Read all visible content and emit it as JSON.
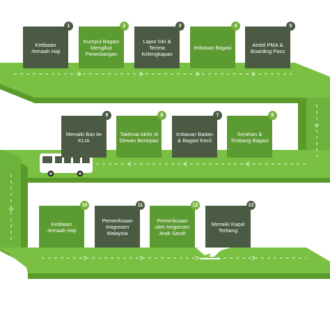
{
  "colors": {
    "road_top": "#7ac143",
    "road_side": "#5a9a2a",
    "card_dark": "#4a5a43",
    "card_green": "#5c9a32",
    "badge_dark": "#4a5a43",
    "badge_light": "#78b13f",
    "lane_mark": "#d6f0c0"
  },
  "icons": {
    "bus": "bus-icon",
    "plane": "airplane-icon",
    "arrow": "arrow-icon"
  },
  "steps": [
    {
      "number": "1",
      "label": "Ketibaan Jemaah Haji"
    },
    {
      "number": "2",
      "label": "Kumpul Bagasi Mengikut Penerbangan"
    },
    {
      "number": "3",
      "label": "Lapor Diri & Terima Kelengkapan"
    },
    {
      "number": "4",
      "label": "Imbasan Bagasi"
    },
    {
      "number": "5",
      "label": "Ambil PMA & Boarding Pass"
    },
    {
      "number": "6",
      "label": "Serahan & Timbang Bagasi"
    },
    {
      "number": "7",
      "label": "Imbasan Badan & Bagasi Kecil"
    },
    {
      "number": "8",
      "label": "Taklimat Akhir di Dewan Berlepas"
    },
    {
      "number": "9",
      "label": "Menaiki Bas ke KLIA"
    },
    {
      "number": "10",
      "label": "Ketibaan Jemaah Haji"
    },
    {
      "number": "11",
      "label": "Pemeriksaan Imigresen Malaysia"
    },
    {
      "number": "12",
      "label": "Pemeriksaan oleh Imigresen Arab Saudi"
    },
    {
      "number": "13",
      "label": "Menaiki Kapal Terbang"
    }
  ]
}
